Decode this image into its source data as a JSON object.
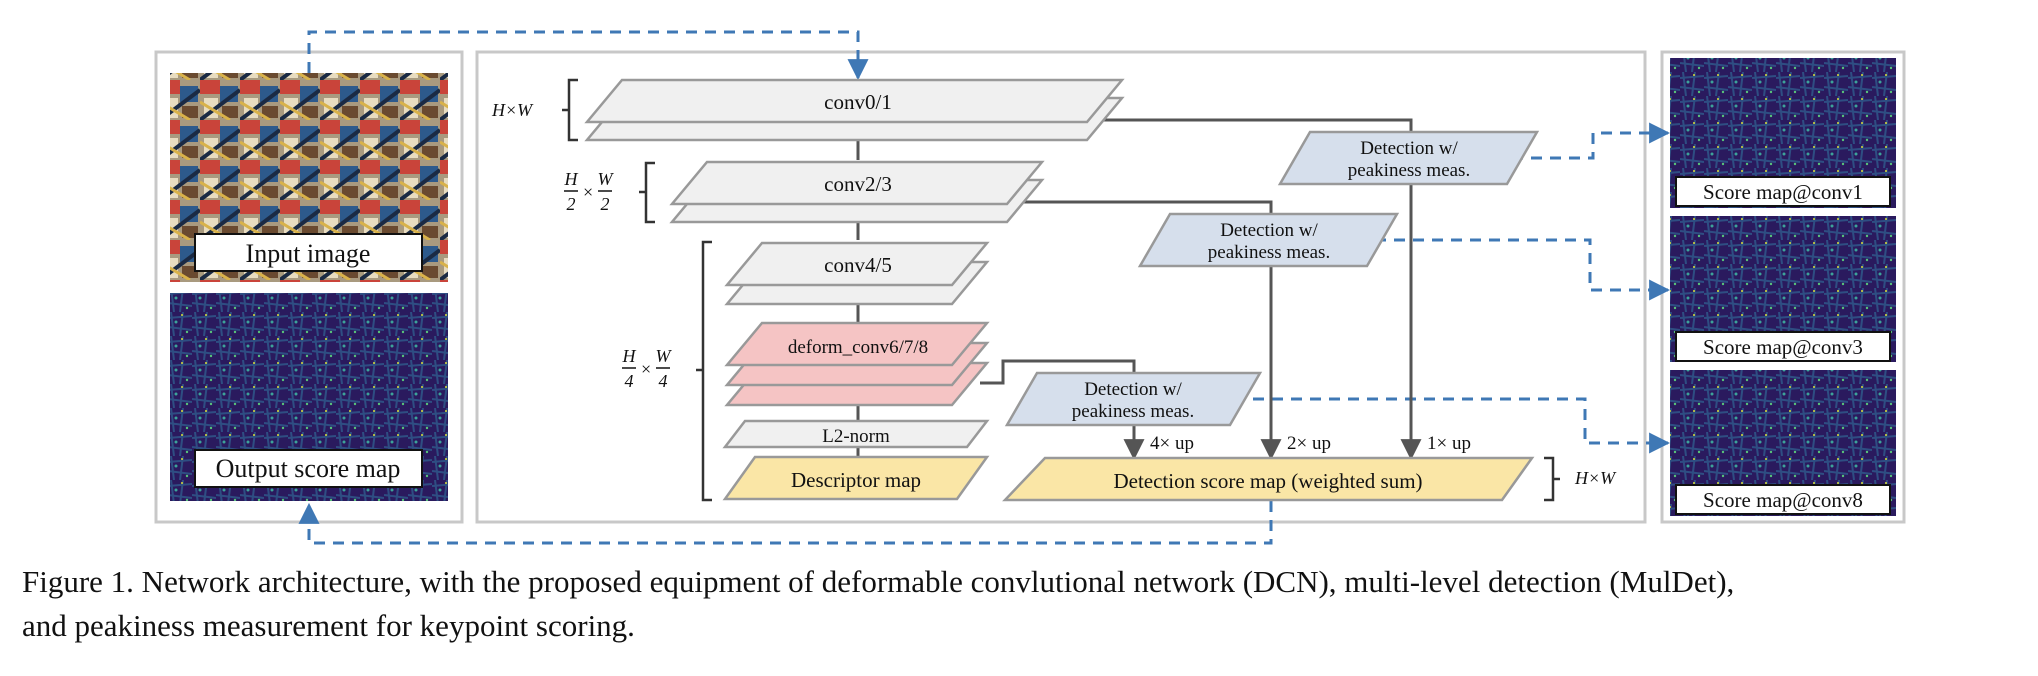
{
  "diagram": {
    "left_panel": {
      "input_label": "Input image",
      "output_label": "Output score map"
    },
    "layers": {
      "conv01": "conv0/1",
      "conv23": "conv2/3",
      "conv45": "conv4/5",
      "deform": "deform_conv6/7/8",
      "l2norm": "L2-norm",
      "descriptor": "Descriptor map"
    },
    "detection": {
      "line1": "Detection w/",
      "line2": "peakiness meas."
    },
    "upsampling": {
      "up4": "4× up",
      "up2": "2× up",
      "up1": "1× up"
    },
    "score_map": "Detection score map (weighted sum)",
    "scales": {
      "full": "H×W",
      "half_num1": "H",
      "half_den1": "2",
      "half_num2": "W",
      "half_den2": "2",
      "quarter_num1": "H",
      "quarter_den1": "4",
      "quarter_num2": "W",
      "quarter_den2": "4",
      "times": "×",
      "full_right": "H×W"
    },
    "right_panel": {
      "map1": "Score map@conv1",
      "map3": "Score map@conv3",
      "map8": "Score map@conv8"
    }
  },
  "colors": {
    "gray_fill": "#f0f0f0",
    "pink_fill": "#f5c4c4",
    "blue_fill": "#d6dfec",
    "yellow_fill": "#fae6a6",
    "dashed_blue": "#3f78b5",
    "panel_border": "#c8c8c8"
  },
  "caption": {
    "line1": "Figure 1. Network architecture, with the proposed equipment of deformable convlutional network (DCN), multi-level detection (MulDet),",
    "line2": "and peakiness measurement for keypoint scoring."
  }
}
